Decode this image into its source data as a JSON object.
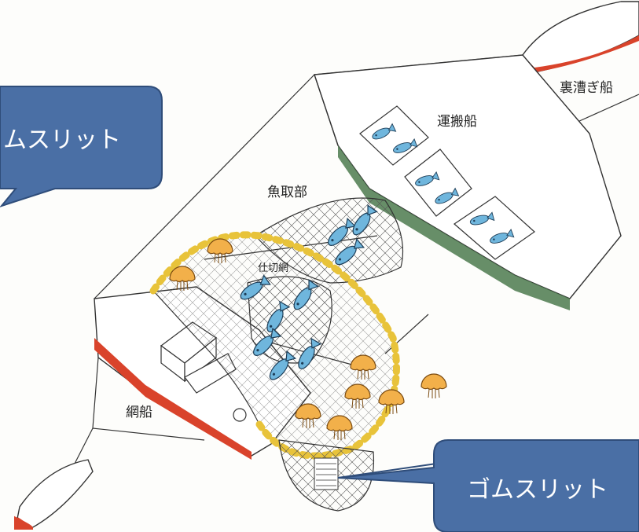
{
  "callouts": {
    "top_left": "ムスリット",
    "bottom_right": "ゴムスリット"
  },
  "labels": {
    "back_rowing_boat": "裏漕ぎ船",
    "carrier_ship": "運搬船",
    "fish_catch_section": "魚取部",
    "partition_net": "仕切網",
    "net_ship": "網船"
  },
  "colors": {
    "callout_fill": "#4a6fa5",
    "callout_border": "#2f4d7a",
    "hull_red": "#d9432b",
    "hull_green": "#4c7a4e",
    "fish_blue": "#6fb6dd",
    "jellyfish_orange": "#f2b04a",
    "float_yellow": "#e8c33a"
  }
}
